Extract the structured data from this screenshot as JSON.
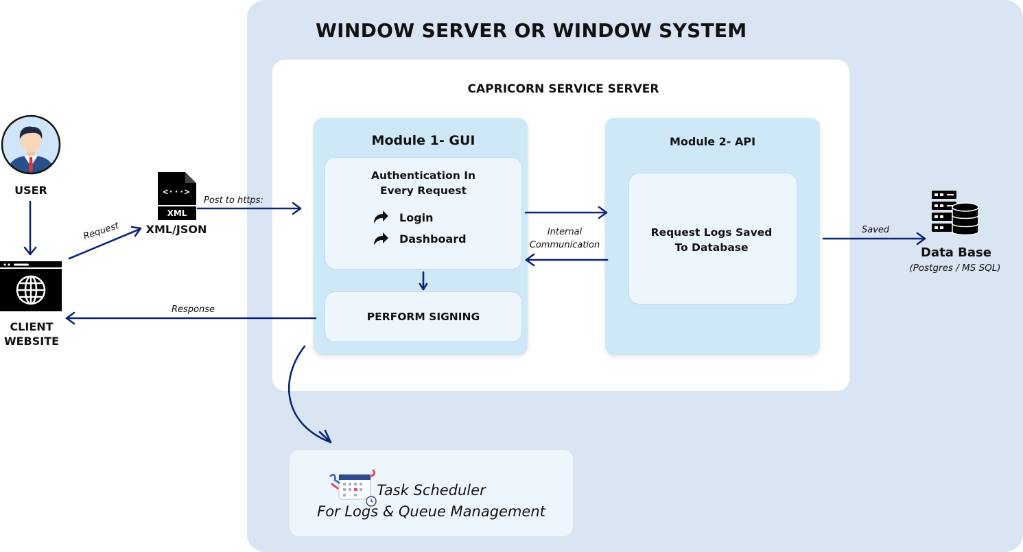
{
  "outer": {
    "title": "WINDOW SERVER OR WINDOW SYSTEM"
  },
  "server": {
    "title": "CAPRICORN SERVICE SERVER"
  },
  "module1": {
    "title": "Module 1- GUI",
    "auth_title_line1": "Authentication In",
    "auth_title_line2": "Every Request",
    "items": [
      {
        "label": "Login",
        "icon": "redo-arrow-icon"
      },
      {
        "label": "Dashboard",
        "icon": "redo-arrow-icon"
      }
    ],
    "signing_label": "PERFORM SIGNING"
  },
  "module2": {
    "title": "Module 2- API",
    "logs_line1": "Request Logs Saved",
    "logs_line2": "To Database"
  },
  "user": {
    "label": "USER",
    "icon": "user-avatar-icon"
  },
  "client": {
    "label_line1": "CLIENT",
    "label_line2": "WEBSITE",
    "icon": "globe-browser-icon"
  },
  "payload": {
    "label": "XML/JSON",
    "icon": "xml-file-icon",
    "file_text": "XML",
    "code_text": "<···>"
  },
  "edges": {
    "request": "Request",
    "post": "Post to https:",
    "response": "Response",
    "internal_line1": "Internal",
    "internal_line2": "Communication",
    "saved": "Saved"
  },
  "database": {
    "label": "Data Base",
    "sub": "(Postgres / MS SQL)",
    "icon": "server-database-icon"
  },
  "scheduler": {
    "line1": "Task Scheduler",
    "line2": "For Logs & Queue Management",
    "icon": "calendar-clock-icon"
  },
  "colors": {
    "arrow": "#0b2476",
    "outer_bg": "#d9e5f3",
    "module_bg": "#cfe8f7",
    "inner_bg": "#eef6fd"
  }
}
